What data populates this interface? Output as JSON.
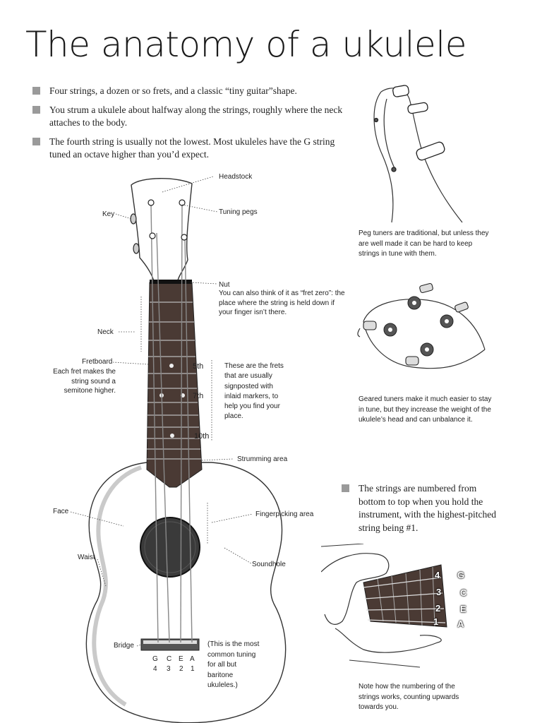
{
  "title": "The anatomy of a ukulele",
  "bullets": [
    "Four strings, a dozen or so frets, and a classic “tiny guitar”shape.",
    "You strum a ukulele about halfway along the strings, roughly where the neck attaches to the body.",
    "The fourth string is usually not the lowest. Most ukuleles have the G string tuned an octave higher than you’d expect."
  ],
  "labels": {
    "headstock": "Headstock",
    "key": "Key",
    "tuning_pegs": "Tuning pegs",
    "nut_title": "Nut",
    "nut_desc": "You can also think of it as “fret zero”: the place where the string is held down if your finger isn’t there.",
    "neck": "Neck",
    "fretboard_title": "Fretboard",
    "fretboard_desc": "Each fret makes the string sound a semitone higher.",
    "fret_5": "5th",
    "fret_7": "7th",
    "fret_10": "10th",
    "markers_note": "These are the frets that are usually signposted with inlaid markers, to help you find your place.",
    "strumming_area": "Strumming area",
    "face": "Face",
    "fingerpicking_area": "Fingerpicking area",
    "waist": "Waist",
    "soundhole": "Soundhole",
    "bridge": "Bridge",
    "tuning_note": "(This is the most common tuning for all but baritone ukuleles.)"
  },
  "tuning": {
    "notes": [
      "G",
      "C",
      "E",
      "A"
    ],
    "numbers": [
      "4",
      "3",
      "2",
      "1"
    ]
  },
  "captions": {
    "peg_tuners": "Peg tuners are traditional, but unless they are well made it can be hard to keep strings in tune with them.",
    "geared_tuners": "Geared tuners make it much easier to stay in tune, but they increase the weight of the ukulele’s head and can unbalance it.",
    "numbering": "Note how the numbering of the strings works, counting upwards towards you."
  },
  "strings_bullet": "The strings are numbered from bottom to top when you hold the instrument, with the highest-pitched string being #1.",
  "hand_strings": [
    {
      "number": "4",
      "note": "G"
    },
    {
      "number": "3",
      "note": "C"
    },
    {
      "number": "2",
      "note": "E"
    },
    {
      "number": "1",
      "note": "A"
    }
  ],
  "colors": {
    "bullet_square": "#9a9a9a",
    "fretboard": "#4a3a34",
    "soundhole": "#3a3a3a",
    "ink": "#222222"
  }
}
